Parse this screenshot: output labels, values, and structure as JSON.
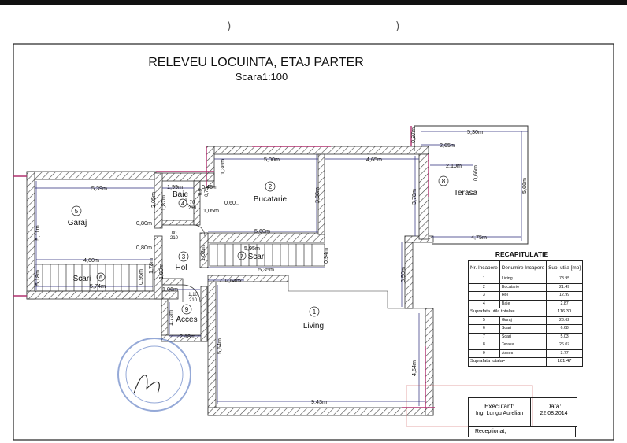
{
  "title": "RELEVEU LOCUINTA, ETAJ PARTER",
  "scale": "Scara1:100",
  "marks": ")",
  "rooms": [
    {
      "num": "1",
      "name": "Living"
    },
    {
      "num": "2",
      "name": "Bucatarie"
    },
    {
      "num": "3",
      "name": "Hol"
    },
    {
      "num": "4",
      "name": "Baie"
    },
    {
      "num": "5",
      "name": "Garaj"
    },
    {
      "num": "6",
      "name": "Scari"
    },
    {
      "num": "7",
      "name": "Scari"
    },
    {
      "num": "8",
      "name": "Terasa"
    },
    {
      "num": "9",
      "name": "Acces"
    }
  ],
  "dims": {
    "d_539": "5,39m",
    "d_199": "1,99m",
    "d_046": "0,46m",
    "d_500": "5,00m",
    "d_465": "4,65m",
    "d_530": "5,30m",
    "d_265": "2,65m",
    "d_210": "2,10m",
    "d_097": "0,97m",
    "d_066": "0,66m",
    "d_136": "1,36m",
    "d_566": "5,66m",
    "d_378": "3,78m",
    "d_388": "3,88m",
    "d_475": "4,75m",
    "d_205": "2,05m",
    "d_187": "1,87m",
    "d_080a": "0,80m",
    "d_080b": "0,80m",
    "d_511": "5,11m",
    "d_460": "4,60m",
    "d_518": "5,18m",
    "d_574": "5,74m",
    "d_095": "0,95m",
    "d_178": "1,78m",
    "d_180": "1,80m",
    "d_106": "1,06m",
    "d_105": "1,05m",
    "d_060": "0,60..",
    "d_560": "5,60m",
    "d_595": "5,95m",
    "d_535": "5,35m",
    "d_094": "0,94m",
    "d_102": "1,02m",
    "d_064": "0,64m",
    "d_350": "3,50m",
    "d_173": "1,73m",
    "d_218": "2,18m",
    "d_564": "5,64m",
    "d_464": "4,64m",
    "d_943": "9,43m",
    "d_09": "0,9",
    "d_073": "0,73",
    "door_b1": "70",
    "door_b2": "210",
    "door_h1": "80",
    "door_h2": "210",
    "door_a1": "1,10",
    "door_a2": "210"
  },
  "recap": {
    "title": "RECAPITULATIE",
    "headers": [
      "Nr. Incapere",
      "Denumire Incapere",
      "Sup. utila [mp]"
    ],
    "rows_util": [
      [
        "1",
        "Living",
        "78.95"
      ],
      [
        "2",
        "Bucatarie",
        "21.49"
      ],
      [
        "3",
        "Hol",
        "12.99"
      ],
      [
        "4",
        "Baie",
        "2.87"
      ]
    ],
    "sum_util_label": "Suprafata utila totala=",
    "sum_util_value": "116.30",
    "rows_other": [
      [
        "5",
        "Garaj",
        "23.62"
      ],
      [
        "6",
        "Scari",
        "6.68"
      ],
      [
        "7",
        "Scari",
        "5.03"
      ],
      [
        "8",
        "Terasa",
        "26.07"
      ],
      [
        "9",
        "Acces",
        "3.77"
      ]
    ],
    "sum_total_label": "Suprafata totala=",
    "sum_total_value": "181.47"
  },
  "executant": {
    "label": "Executant:",
    "name": "Ing. Lungu Aurelian",
    "date_label": "Data:",
    "date": "22.08.2014",
    "receptionat": "Receptionat,"
  },
  "colors": {
    "wall": "#555555",
    "dimension": "#2a2a7a",
    "accent": "#b0306e",
    "stamp": "#3f63b8"
  }
}
